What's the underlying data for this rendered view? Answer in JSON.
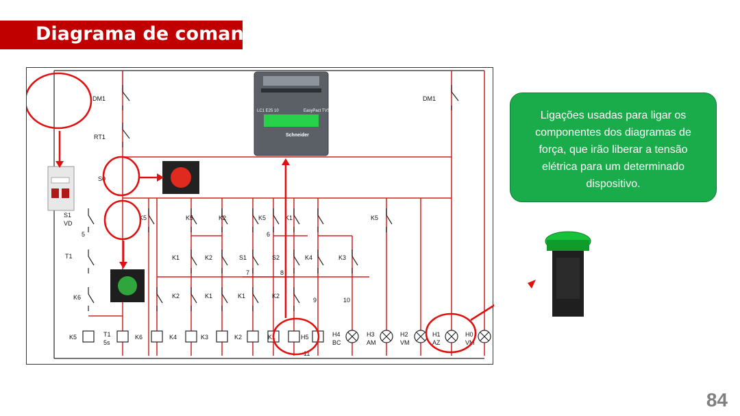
{
  "title": "Diagrama de comando",
  "callout_text": "Ligações usadas para ligar os componentes dos diagramas de força, que irão liberar a tensão elétrica para um determinado dispositivo.",
  "page_number": "84",
  "colors": {
    "title_bg": "#c00000",
    "callout_bg": "#1aac4b",
    "highlight": "#e01010",
    "wire": "#d22020",
    "line": "#222222"
  },
  "contactor_text": {
    "model": "LC1 E25 10",
    "brand": "Schneider",
    "series": "EasyPact TVS"
  },
  "labels": {
    "dm1_a": "DM1",
    "rt1": "RT1",
    "s0": "S0",
    "s1": "S1",
    "vd": "VD",
    "t1": "T1",
    "k6": "K6",
    "k5": "K5",
    "k1": "K1",
    "k2": "K2",
    "k3": "K3",
    "k4": "K4",
    "s2": "S2",
    "dm1_b": "DM1",
    "h4": "H4",
    "bc": "BC",
    "h3": "H3",
    "am": "AM",
    "h2": "H2",
    "vm": "VM",
    "h1": "H1",
    "az": "AZ",
    "h0": "H0",
    "vm2": "VM",
    "h5": "H5",
    "t1c": "T1",
    "s5": "5s",
    "k6c": "K6",
    "k4c": "K4",
    "k3c": "K3",
    "k2c": "K2",
    "k1c": "K1",
    "k5c": "K5",
    "n5": "5",
    "n6": "6",
    "n7": "7",
    "n8": "8",
    "n9": "9",
    "n10": "10",
    "n11": "11"
  }
}
